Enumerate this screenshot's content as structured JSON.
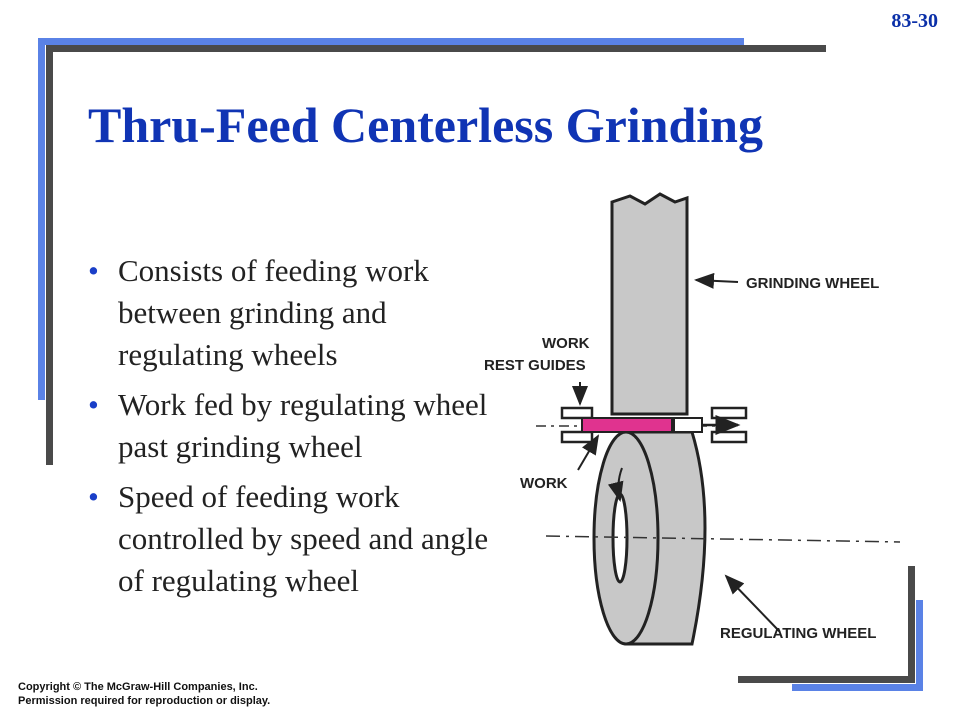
{
  "slide_number": "83-30",
  "title": "Thru-Feed Centerless Grinding",
  "bullets": [
    "Consists of feeding work between grinding and regulating wheels",
    "Work fed by regulating wheel past grinding wheel",
    "Speed of feeding work controlled by speed and angle of regulating wheel"
  ],
  "diagram": {
    "labels": {
      "grinding_wheel": "GRINDING WHEEL",
      "work_rest_line1": "WORK",
      "work_rest_line2": "REST GUIDES",
      "work": "WORK",
      "regulating_wheel": "REGULATING WHEEL"
    }
  },
  "copyright": {
    "line1": "Copyright © The McGraw-Hill Companies, Inc.",
    "line2": "Permission required for reproduction or display."
  },
  "colors": {
    "title_blue": "#1034b4",
    "frame_blue": "#5a82e6",
    "frame_gray": "#4a4a4a",
    "work_piece": "#e0338f",
    "wheel_gray": "#c8c8c8"
  }
}
